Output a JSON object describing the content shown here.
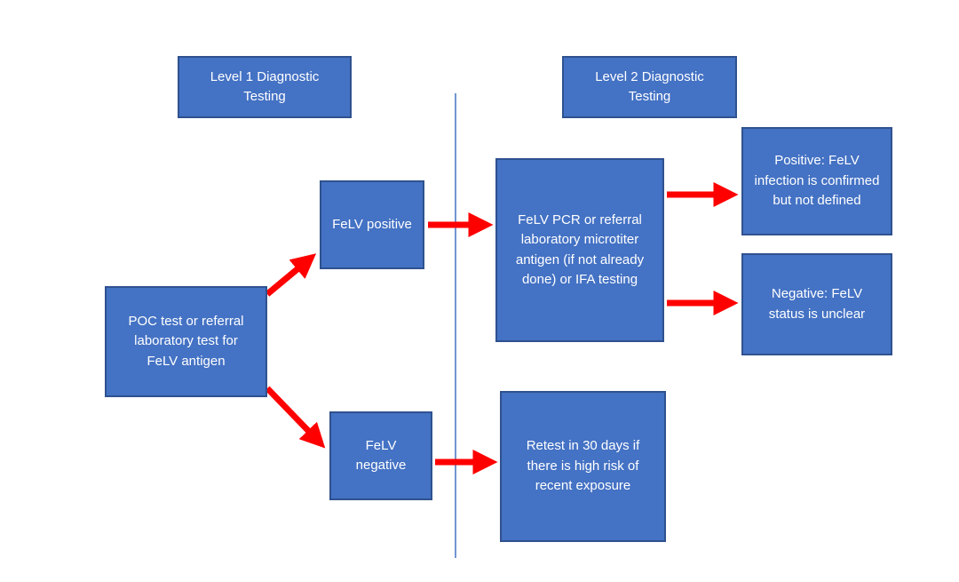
{
  "diagram": {
    "colors": {
      "box_fill": "#4472C4",
      "box_border": "#2F528F",
      "arrow": "#FF0000",
      "divider": "#4472C4",
      "text": "#FFFFFF"
    },
    "headers": {
      "level1": "Level 1 Diagnostic Testing",
      "level2": "Level 2 Diagnostic Testing"
    },
    "nodes": {
      "poc": "POC test or referral laboratory test for FeLV antigen",
      "felv_positive": "FeLV positive",
      "felv_negative": "FeLV negative",
      "pcr": "FeLV PCR or referral laboratory microtiter antigen (if not already done) or IFA testing",
      "positive_result": "Positive: FeLV infection is confirmed but not defined",
      "negative_result": "Negative: FeLV status is unclear",
      "retest": "Retest in 30 days if there is high risk of recent exposure"
    }
  }
}
